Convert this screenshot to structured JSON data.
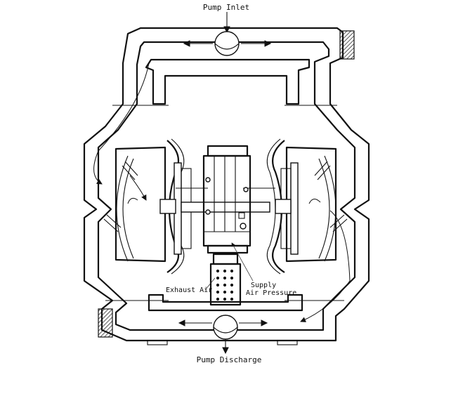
{
  "labels": {
    "inlet": "Pump Inlet",
    "discharge": "Pump Discharge",
    "exhaust": "Exhaust Air",
    "supply_line1": "Supply",
    "supply_line2": "Air Pressure"
  },
  "colors": {
    "ink": "#111111",
    "paper": "#ffffff"
  }
}
